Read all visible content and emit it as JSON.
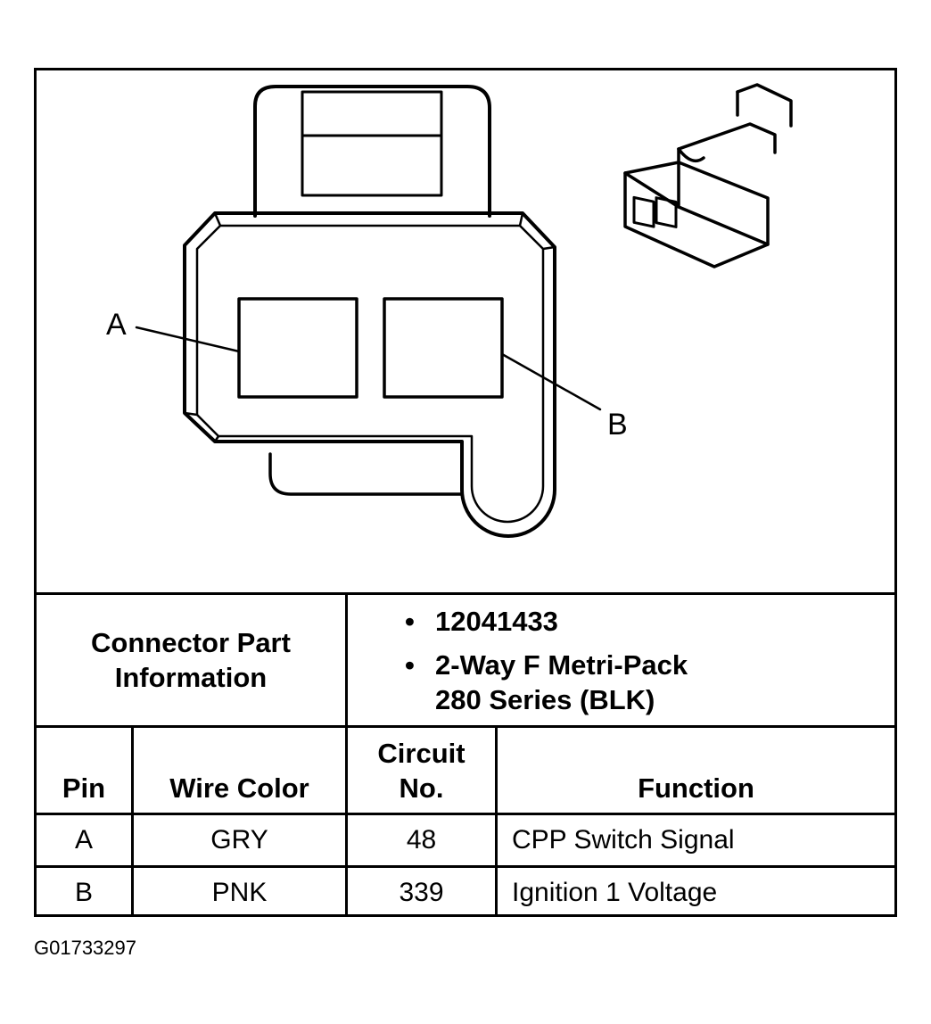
{
  "diagram": {
    "callouts": {
      "a": "A",
      "b": "B"
    }
  },
  "connector_info": {
    "label": "Connector Part Information",
    "items": [
      "12041433",
      "2-Way F Metri-Pack 280 Series (BLK)"
    ]
  },
  "table": {
    "headers": {
      "pin": "Pin",
      "wire_color": "Wire Color",
      "circuit_no": "Circuit No.",
      "function": "Function"
    },
    "rows": [
      {
        "pin": "A",
        "wire_color": "GRY",
        "circuit_no": "48",
        "function": "CPP Switch Signal"
      },
      {
        "pin": "B",
        "wire_color": "PNK",
        "circuit_no": "339",
        "function": "Ignition 1 Voltage"
      }
    ]
  },
  "figure_id": "G01733297"
}
